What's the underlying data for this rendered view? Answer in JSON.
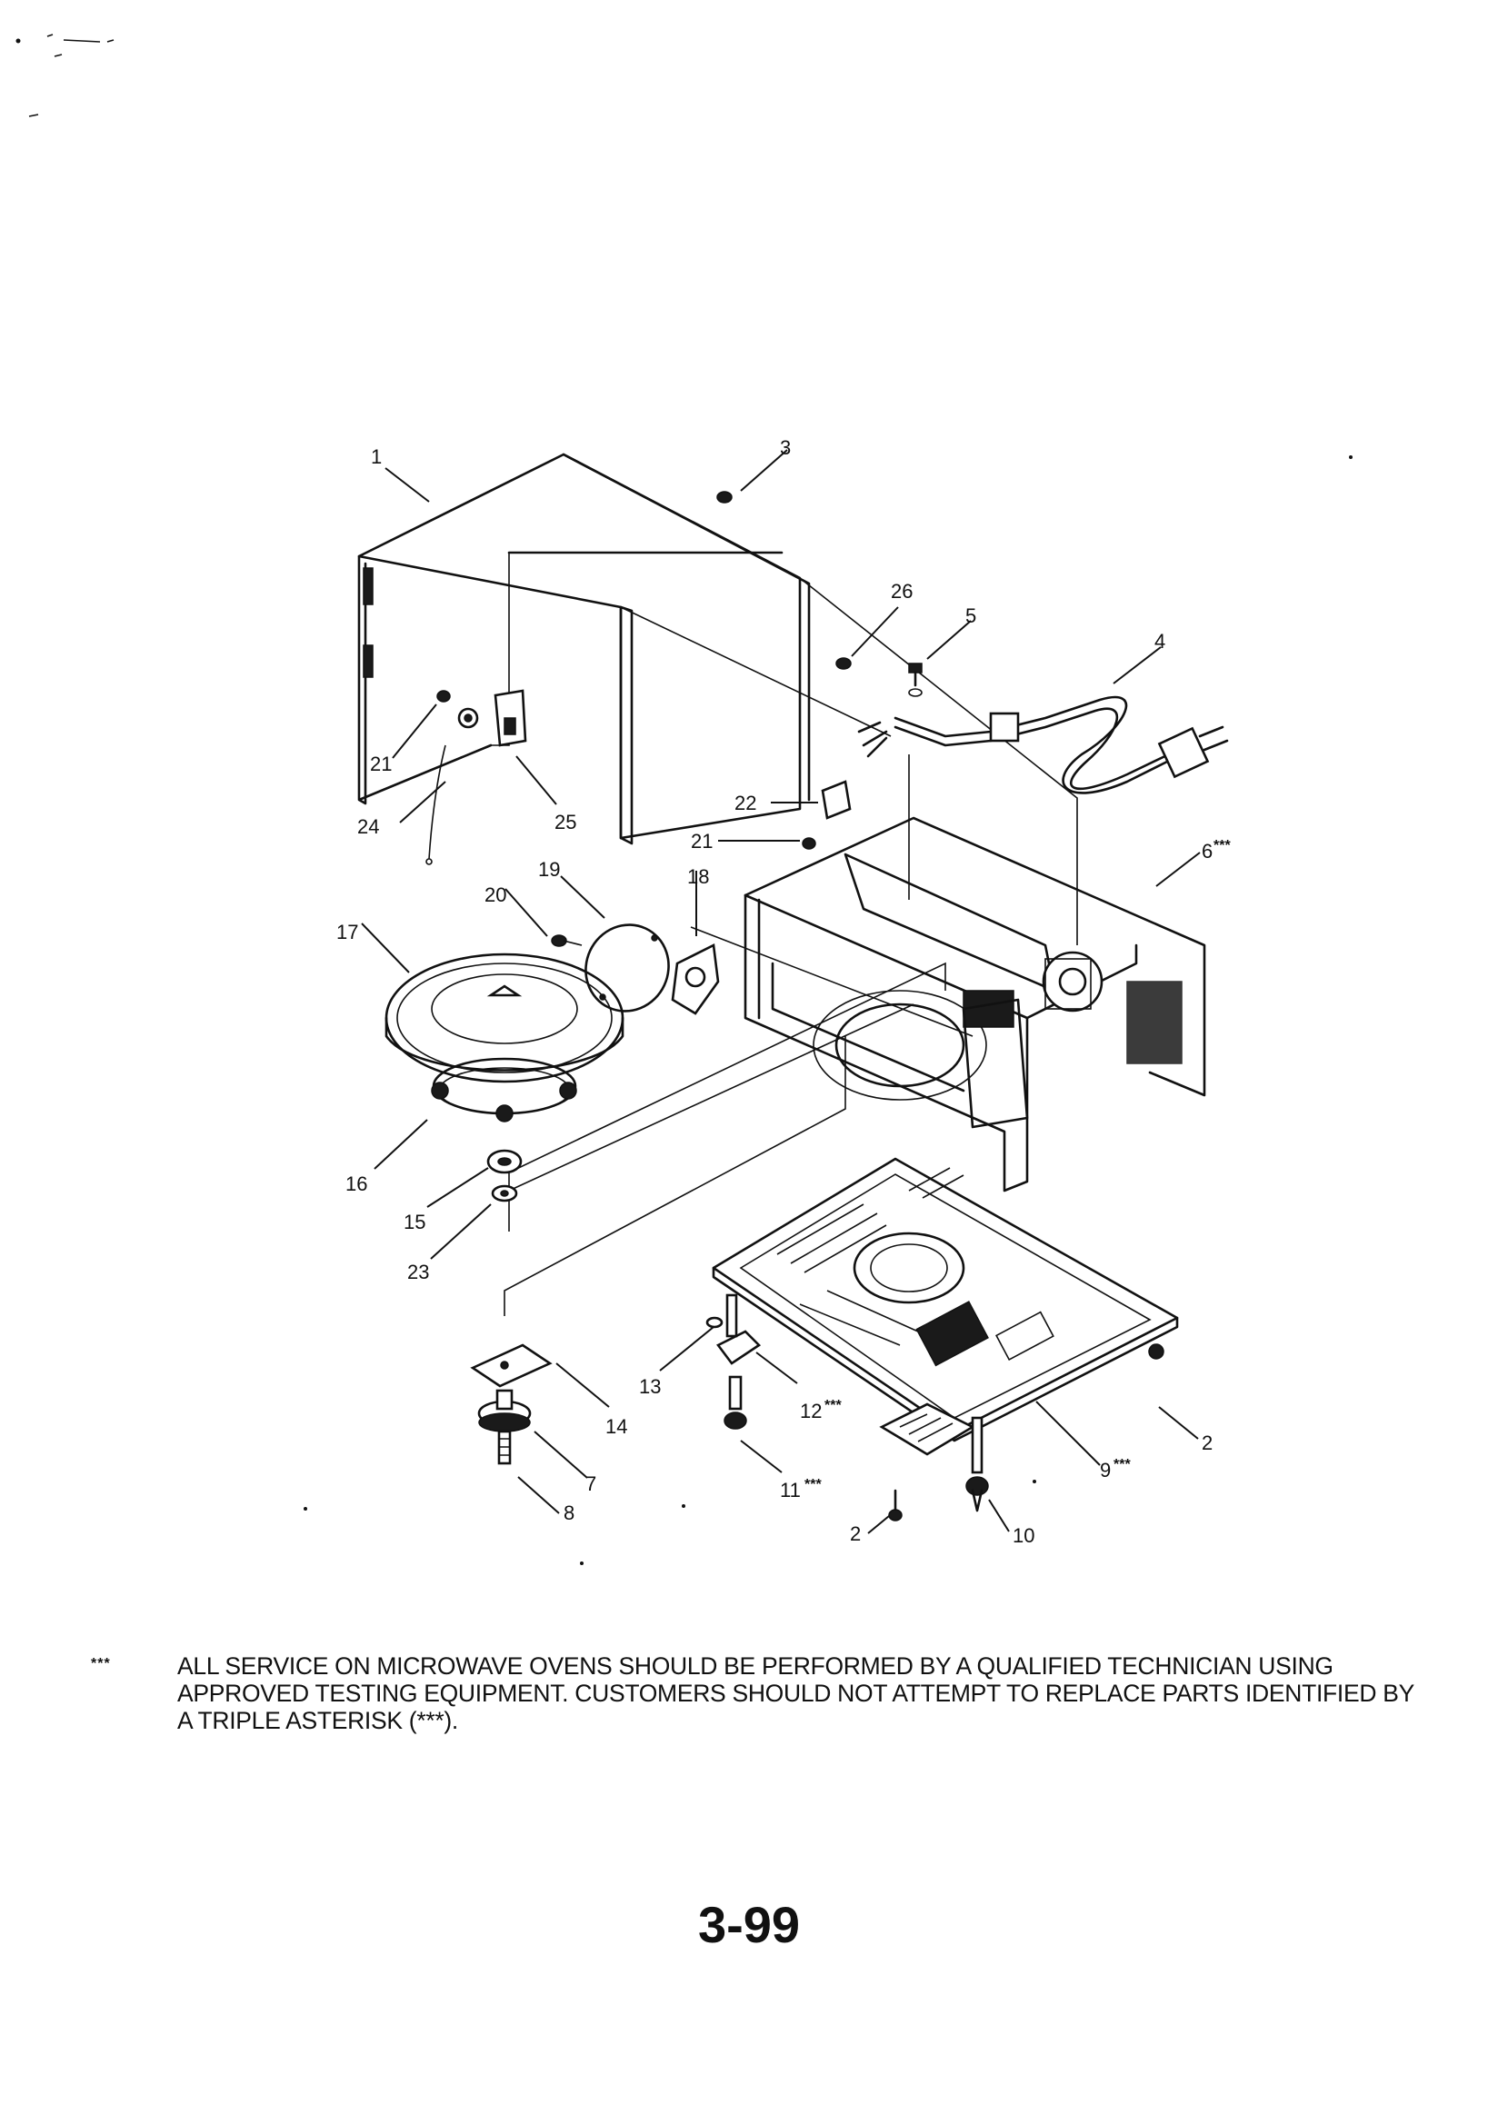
{
  "diagram": {
    "callouts": [
      {
        "id": "1",
        "label": "1"
      },
      {
        "id": "2a",
        "label": "2"
      },
      {
        "id": "2b",
        "label": "2"
      },
      {
        "id": "3",
        "label": "3"
      },
      {
        "id": "4",
        "label": "4"
      },
      {
        "id": "5",
        "label": "5"
      },
      {
        "id": "6",
        "label": "6",
        "stars": "***"
      },
      {
        "id": "7",
        "label": "7"
      },
      {
        "id": "8",
        "label": "8"
      },
      {
        "id": "9",
        "label": "9",
        "stars": "***"
      },
      {
        "id": "10",
        "label": "10"
      },
      {
        "id": "11",
        "label": "11",
        "stars": "***"
      },
      {
        "id": "12",
        "label": "12",
        "stars": "***"
      },
      {
        "id": "13",
        "label": "13"
      },
      {
        "id": "14",
        "label": "14"
      },
      {
        "id": "15",
        "label": "15"
      },
      {
        "id": "16",
        "label": "16"
      },
      {
        "id": "17",
        "label": "17"
      },
      {
        "id": "18",
        "label": "18"
      },
      {
        "id": "19",
        "label": "19"
      },
      {
        "id": "20",
        "label": "20"
      },
      {
        "id": "21a",
        "label": "21"
      },
      {
        "id": "21b",
        "label": "21"
      },
      {
        "id": "22",
        "label": "22"
      },
      {
        "id": "23",
        "label": "23"
      },
      {
        "id": "24",
        "label": "24"
      },
      {
        "id": "25",
        "label": "25"
      },
      {
        "id": "26",
        "label": "26"
      }
    ]
  },
  "note": {
    "mark": "***",
    "text": "All service on microwave ovens should be performed by a  qualified technician using approved testing equipment.  Customers should not attempt to replace parts identified by a triple asterisk (***)."
  },
  "page_number": "3-99"
}
